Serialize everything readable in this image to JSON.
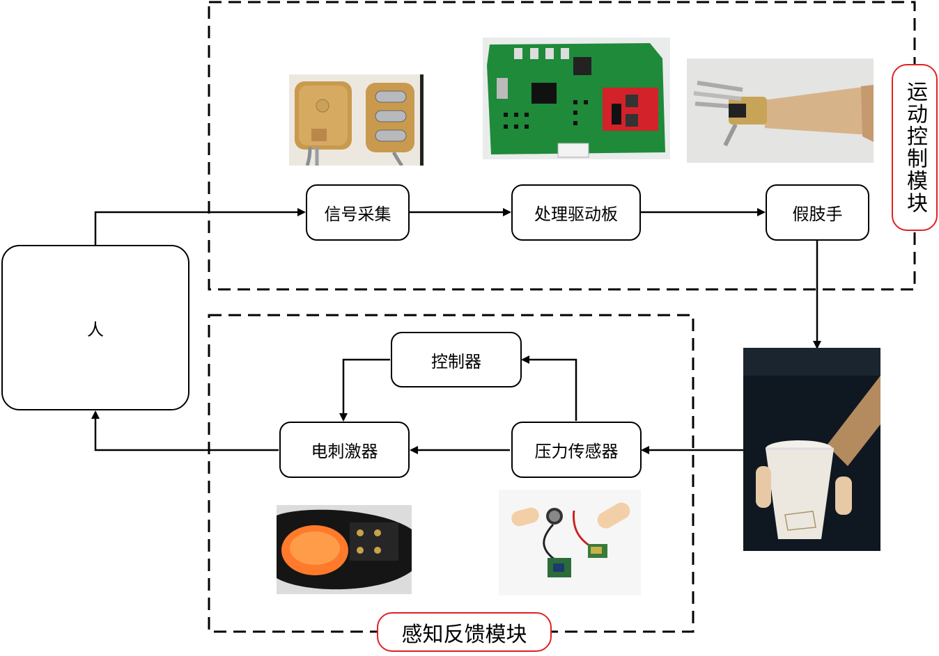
{
  "nodes": {
    "human": "人",
    "signal_acquisition": "信号采集",
    "driver_board": "处理驱动板",
    "prosthetic_hand": "假肢手",
    "controller": "控制器",
    "electrical_stimulator": "电刺激器",
    "pressure_sensor": "压力传感器"
  },
  "modules": {
    "motion_control": "运动控制模块",
    "sensory_feedback": "感知反馈模块"
  },
  "colors": {
    "module_label_border": "#e02020",
    "line": "#000000"
  },
  "icons": {
    "emg_electrodes": "emg-electrode-photo",
    "pcb": "driver-board-photo",
    "hand": "prosthetic-hand-photo",
    "cup_grasp": "hand-grasping-cup-photo",
    "stim_band": "stimulator-band-photo",
    "sensors": "pressure-sensor-kit-photo"
  }
}
